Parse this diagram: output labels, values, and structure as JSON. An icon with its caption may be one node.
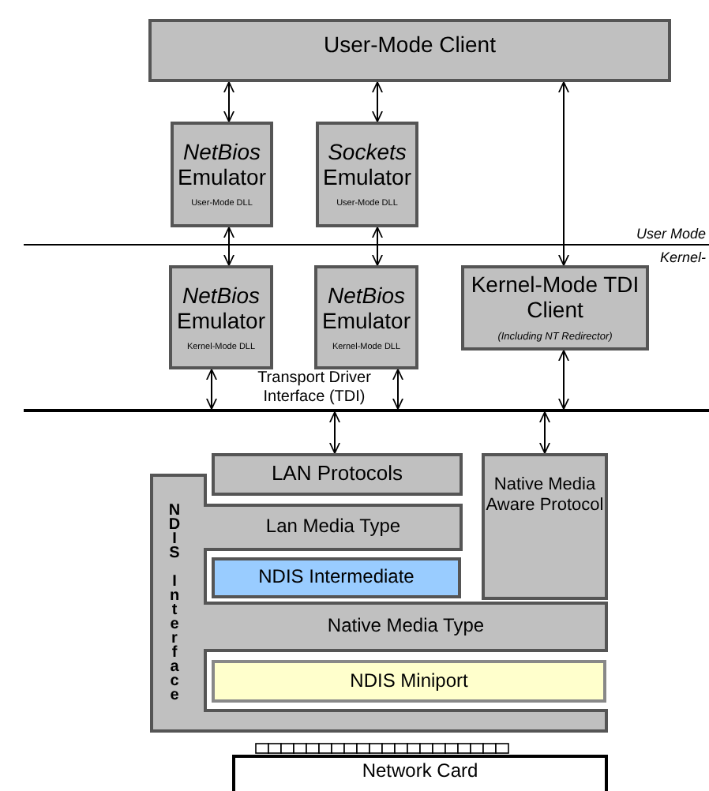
{
  "diagram": {
    "nodes": [
      {
        "text": [
          "User-Mode Client"
        ]
      },
      {
        "text": [
          "*NetBios* Emulator",
          "User-Mode DLL"
        ]
      },
      {
        "text": [
          "*Sockets* Emulator",
          "User-Mode DLL"
        ]
      },
      {
        "text": [
          "*NetBios* Emulator",
          "Kernel-Mode DLL"
        ]
      },
      {
        "text": [
          "*NetBios* Emulator",
          "Kernel-Mode DLL"
        ]
      },
      {
        "text": [
          "Kernel-Mode TDI Client",
          "(Including NT Redirector)"
        ]
      },
      {
        "text": [],
        "shape": "bar"
      },
      {
        "text": [
          "LAN Protocols"
        ]
      },
      {
        "text": [
          "Native Media Aware Protocol"
        ]
      },
      {
        "text": [
          "NDIS Interface"
        ]
      },
      {
        "text": [
          "Lan Media Type"
        ],
        "in": 9
      },
      {
        "text": [
          "NDIS Intermediate"
        ],
        "in": 9
      },
      {
        "text": [
          "Native Media Type"
        ],
        "in": 9
      },
      {
        "text": [
          "NDIS Miniport"
        ],
        "in": 9
      },
      {
        "text": [
          "Network Card"
        ]
      }
    ],
    "edges": [
      {
        "from": 0,
        "to": 1,
        "arrow": "both"
      },
      {
        "from": 0,
        "to": 2,
        "arrow": "both"
      },
      {
        "from": 0,
        "to": 5,
        "arrow": "both"
      },
      {
        "from": 1,
        "to": 3,
        "arrow": "both"
      },
      {
        "from": 2,
        "to": 4,
        "arrow": "both"
      },
      {
        "from": 3,
        "to": 6,
        "arrow": "both"
      },
      {
        "from": 4,
        "to": 6,
        "arrow": "both"
      },
      {
        "from": 5,
        "to": 6,
        "arrow": "both"
      },
      {
        "from": 6,
        "to": 7,
        "arrow": "both"
      },
      {
        "from": 6,
        "to": 8,
        "arrow": "both"
      }
    ],
    "labels": [
      "User Mode",
      "Kernel-",
      "Transport Driver Interface (TDI)"
    ]
  }
}
